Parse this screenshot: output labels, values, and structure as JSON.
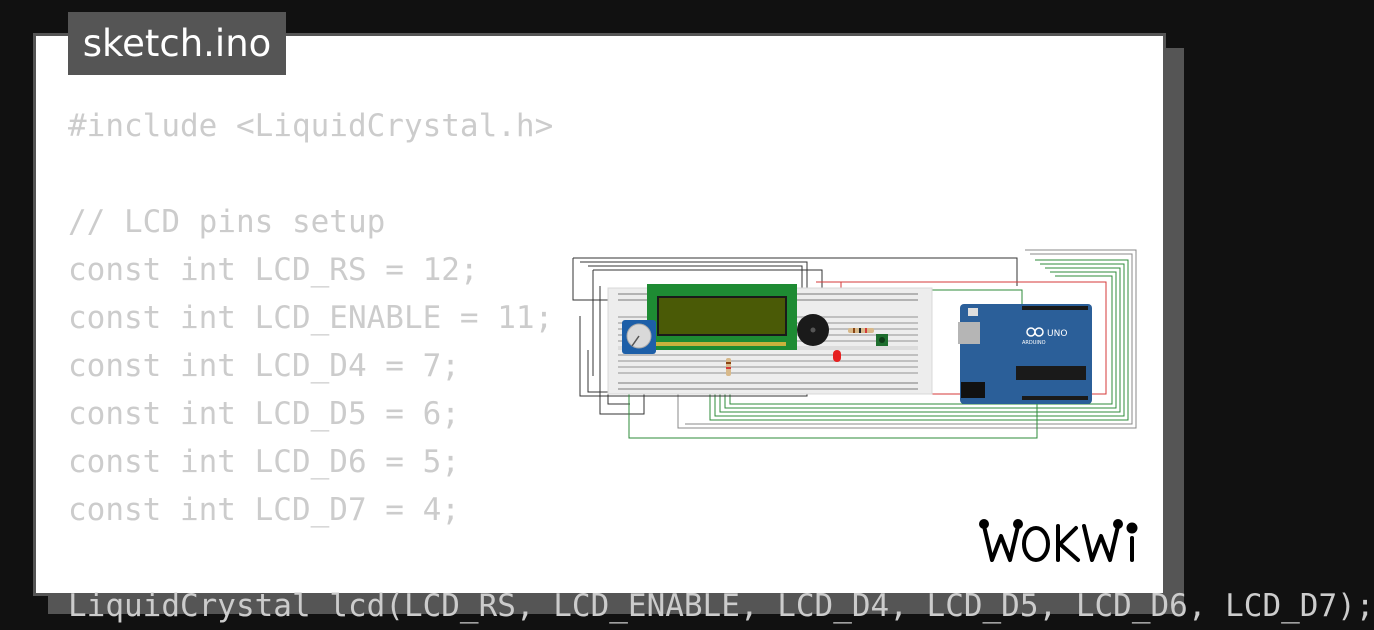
{
  "file_tab": {
    "label": "sketch.ino"
  },
  "code_lines": [
    "#include <LiquidCrystal.h>",
    "",
    "// LCD pins setup",
    "const int LCD_RS = 12;",
    "const int LCD_ENABLE = 11;",
    "const int LCD_D4 = 7;",
    "const int LCD_D5 = 6;",
    "const int LCD_D6 = 5;",
    "const int LCD_D7 = 4;",
    "",
    "LiquidCrystal lcd(LCD_RS, LCD_ENABLE, LCD_D4, LCD_D5, LCD_D6, LCD_D7);"
  ],
  "board": {
    "name": "UNO",
    "brand": "ARDUINO"
  },
  "logo": {
    "text": "WOKWi"
  },
  "colors": {
    "background": "#111111",
    "card": "#ffffff",
    "card_border": "#555555",
    "code_text": "#cccccc",
    "lcd_frame": "#1e8b33",
    "lcd_screen": "#4a5a06",
    "arduino_board": "#2b5f99",
    "pot_body": "#1d5fa8"
  },
  "icons": [
    "potentiometer-icon",
    "buzzer-icon",
    "led-icon",
    "pushbutton-icon",
    "arduino-uno-icon",
    "wokwi-logo-icon"
  ]
}
